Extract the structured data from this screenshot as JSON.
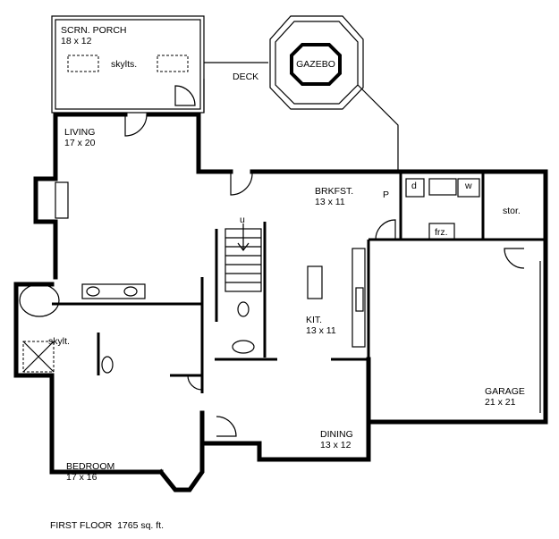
{
  "rooms": {
    "porch": {
      "name": "SCRN. PORCH",
      "size": "18 x 12",
      "note": "skylts."
    },
    "deck": {
      "name": "DECK"
    },
    "gazebo": {
      "name": "GAZEBO"
    },
    "living": {
      "name": "LIVING",
      "size": "17 x 20"
    },
    "brkfst": {
      "name": "BRKFST.",
      "size": "13 x 11"
    },
    "pantry": {
      "name": "P"
    },
    "dryer": {
      "name": "d"
    },
    "washer": {
      "name": "w"
    },
    "freezer": {
      "name": "frz."
    },
    "storage": {
      "name": "stor."
    },
    "stair": {
      "name": "u"
    },
    "kitchen": {
      "name": "KIT.",
      "size": "13 x 11"
    },
    "garage": {
      "name": "GARAGE",
      "size": "21 x 21"
    },
    "skylight": {
      "name": "skylt."
    },
    "dining": {
      "name": "DINING",
      "size": "13 x 12"
    },
    "bedroom": {
      "name": "BEDROOM",
      "size": "17 x 16"
    }
  },
  "caption": "FIRST FLOOR  1765 sq. ft."
}
